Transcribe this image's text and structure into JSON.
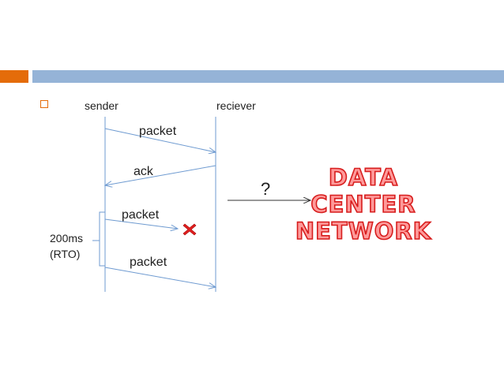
{
  "slide": {
    "colors": {
      "orange": "#e46c0a",
      "blue": "#95b3d7",
      "arrow": "#6f9bd1"
    }
  },
  "diagram": {
    "sender_label": "sender",
    "receiver_label": "reciever",
    "messages": [
      "packet",
      "ack",
      "packet",
      "packet"
    ],
    "timeout_label_line1": "200ms",
    "timeout_label_line2": "(RTO)",
    "question": "?",
    "callout_line1": "DATA CENTER",
    "callout_line2": "NETWORK",
    "loss_icon": "red-x-icon"
  }
}
